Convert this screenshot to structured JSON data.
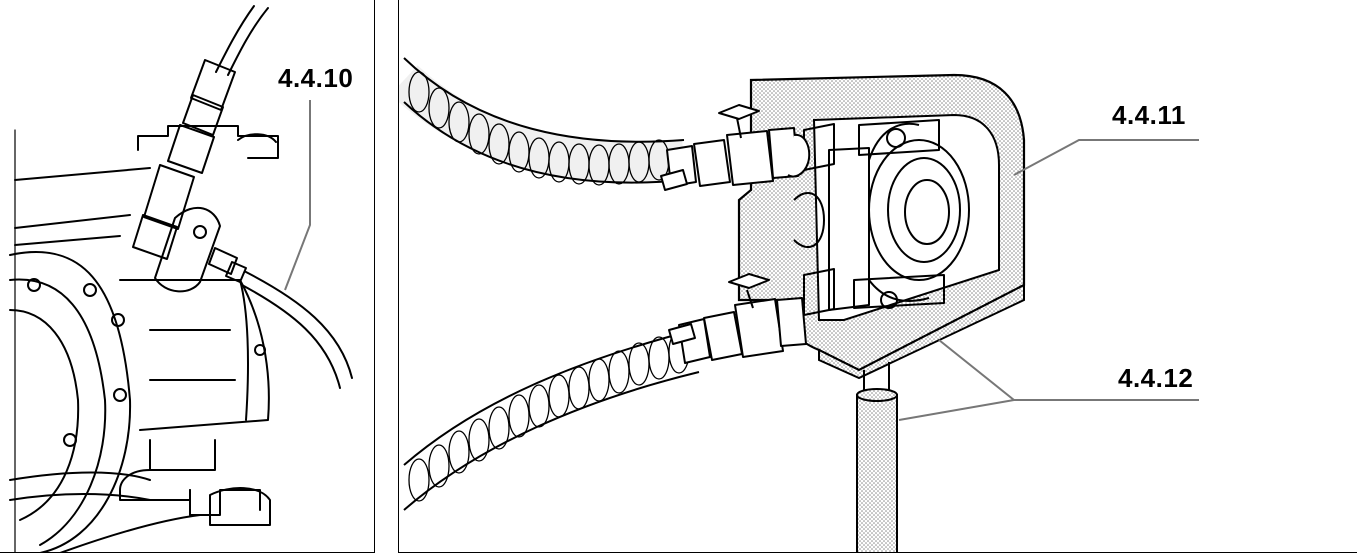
{
  "callouts": {
    "left_pump_fitting": "4.4.10",
    "right_housing": "4.4.11",
    "right_base_and_pipe": "4.4.12"
  },
  "colors": {
    "line": "#000000",
    "leader": "#777777",
    "stipple": "#9a9a9a",
    "background": "#ffffff"
  }
}
